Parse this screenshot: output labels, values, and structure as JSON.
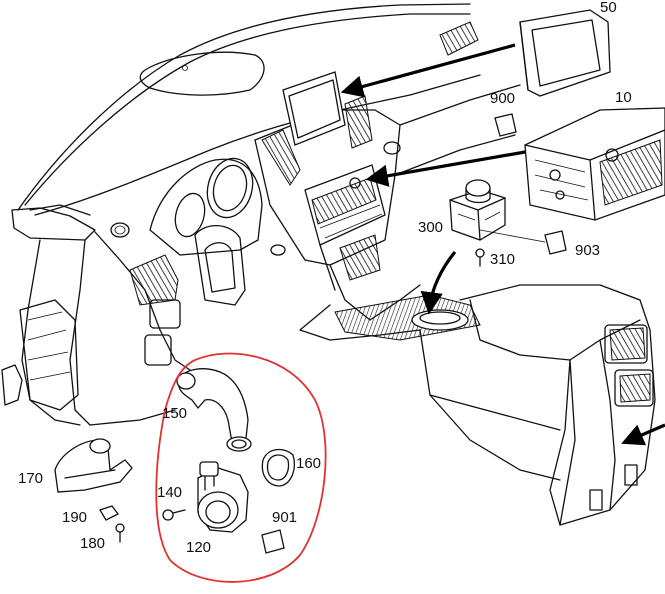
{
  "callouts": [
    {
      "id": "50",
      "label": "50"
    },
    {
      "id": "900",
      "label": "900"
    },
    {
      "id": "10",
      "label": "10"
    },
    {
      "id": "300",
      "label": "300"
    },
    {
      "id": "310",
      "label": "310"
    },
    {
      "id": "903",
      "label": "903"
    },
    {
      "id": "150",
      "label": "150"
    },
    {
      "id": "160",
      "label": "160"
    },
    {
      "id": "140",
      "label": "140"
    },
    {
      "id": "901",
      "label": "901"
    },
    {
      "id": "120",
      "label": "120"
    },
    {
      "id": "170",
      "label": "170"
    },
    {
      "id": "190",
      "label": "190"
    },
    {
      "id": "180",
      "label": "180"
    }
  ],
  "highlight_color": "#e0322f",
  "line_color": "#111111"
}
